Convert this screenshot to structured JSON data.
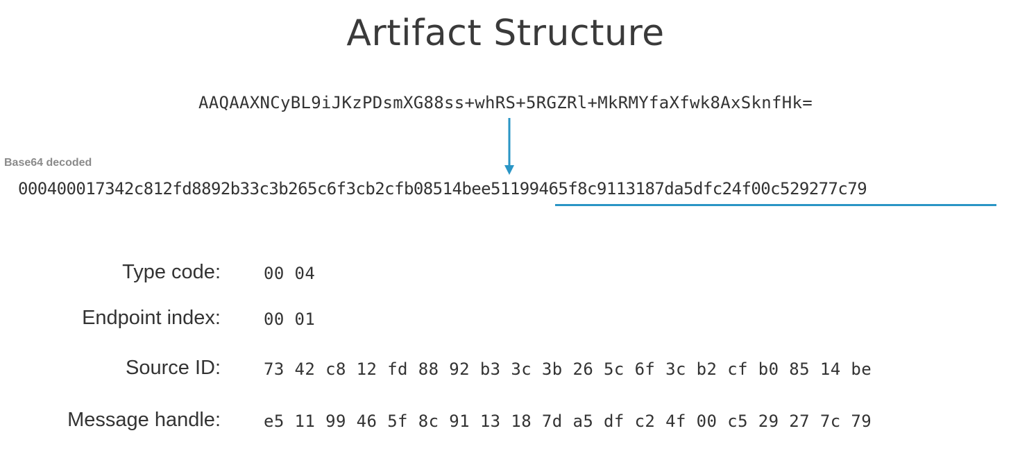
{
  "title": "Artifact Structure",
  "encoded": "AAQAAXNCyBL9iJKzPDsmXG88ss+whRS+5RGZRl+MkRMYfaXfwk8AxSknfHk=",
  "decoded_label": "Base64 decoded",
  "decoded": "000400017342c812fd8892b33c3b265c6f3cb2cfb08514bee51199465f8c9113187da5dfc24f00c529277c79",
  "accent_color": "#2a95c5",
  "fields": [
    {
      "label": "Type code:",
      "value": "00 04"
    },
    {
      "label": "Endpoint index:",
      "value": "00 01"
    },
    {
      "label": "Source ID:",
      "value": "73 42 c8 12 fd 88 92 b3 3c 3b 26 5c 6f 3c b2 cf b0 85 14 be"
    },
    {
      "label": "Message handle:",
      "value": "e5 11 99 46 5f 8c 91 13 18 7d a5 df c2 4f 00 c5 29 27 7c 79"
    }
  ]
}
